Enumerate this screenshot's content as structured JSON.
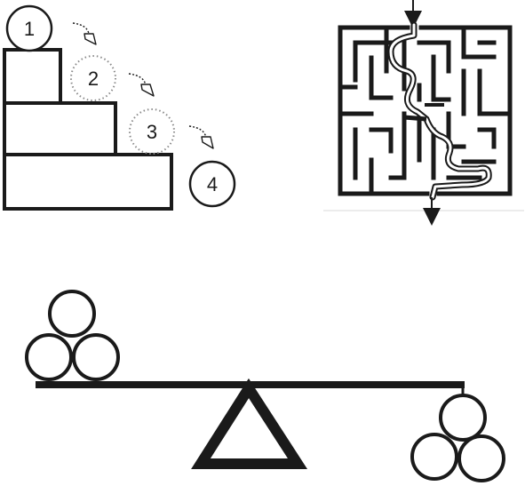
{
  "figure": {
    "stair_step_labels": [
      "1",
      "2",
      "3",
      "4"
    ],
    "colors": {
      "ink": "#1a1a1a",
      "dotted_circle": "#8a8a8a",
      "background": "#ffffff"
    }
  }
}
